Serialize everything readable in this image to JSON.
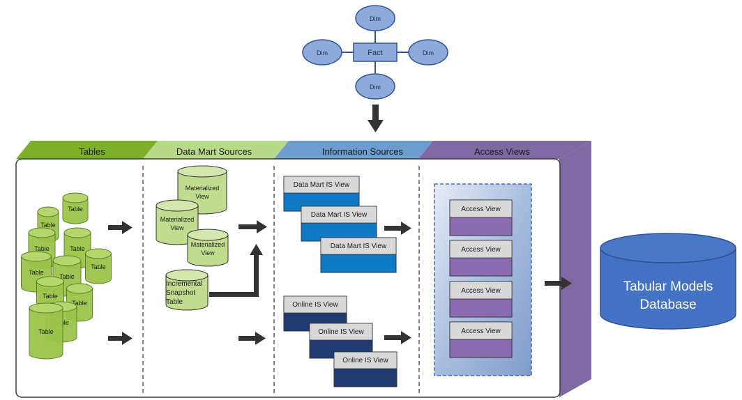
{
  "star_schema": {
    "fact": "Fact",
    "dims": [
      "Dim",
      "Dim",
      "Dim",
      "Dim"
    ]
  },
  "sections": [
    {
      "label": "Tables",
      "color": "#7fae2b"
    },
    {
      "label": "Data Mart Sources",
      "color": "#b9d98a"
    },
    {
      "label": "Information Sources",
      "color": "#6d9ccf"
    },
    {
      "label": "Access Views",
      "color": "#7e69a3"
    }
  ],
  "tables": [
    "Table",
    "Table",
    "Table",
    "Table",
    "Table",
    "Table",
    "Table",
    "Table",
    "Table",
    "Table",
    "Table"
  ],
  "data_mart_sources": {
    "materialized_views": [
      "Materialized View",
      "Materialized View",
      "Materialized View"
    ],
    "snapshot": "Incremental Snapshot Table"
  },
  "information_sources": {
    "data_mart_views": [
      "Data Mart IS View",
      "Data Mart IS View",
      "Data Mart IS View"
    ],
    "online_views": [
      "Online IS View",
      "Online IS View",
      "Online IS View"
    ]
  },
  "access_views": [
    "Access View",
    "Access View",
    "Access View",
    "Access View"
  ],
  "target": {
    "line1": "Tabular Models",
    "line2": "Database"
  },
  "colors": {
    "table_fill": "#9bc44a",
    "table_top": "#b5d66c",
    "mv_fill": "#c2dc8f",
    "dm_view_bar": "#0f7ac4",
    "online_view_bar": "#1f3b70",
    "access_bar": "#8b6bb1",
    "db_fill": "#4472c4",
    "star_fill": "#8eaadb",
    "star_stroke": "#2f5597"
  }
}
